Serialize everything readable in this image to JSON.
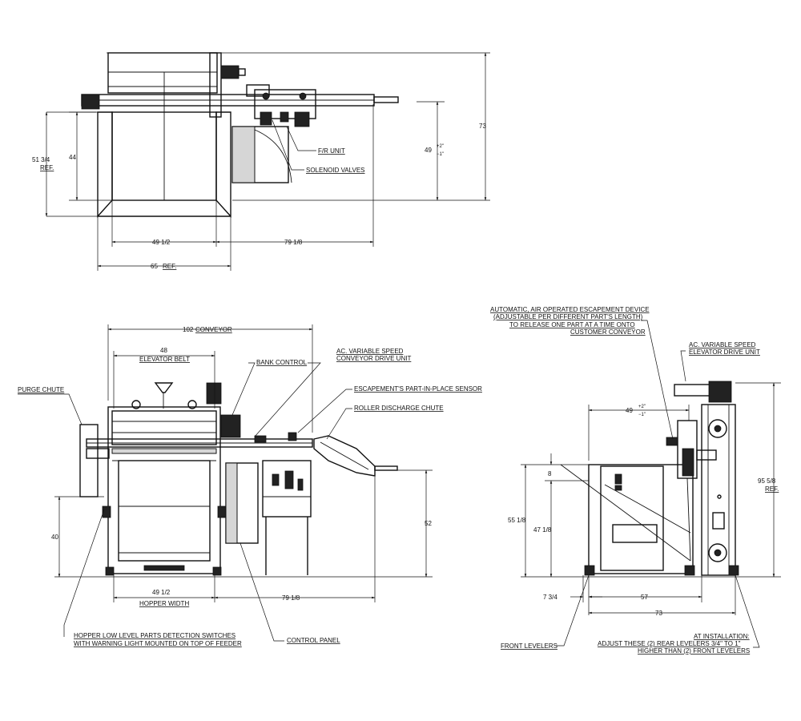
{
  "top_view": {
    "dim_51_3_4": "51 3/4",
    "dim_51_3_4_ref": "REF.",
    "dim_44": "44",
    "dim_73": "73",
    "dim_49": "49",
    "tol_plus": "+2\"",
    "tol_minus": "−1\"",
    "dim_49_1_2": "49 1/2",
    "dim_79_1_8": "79 1/8",
    "dim_65": "65",
    "dim_65_ref": "REF.",
    "label_fr_unit": "F/R UNIT",
    "label_solenoid": "SOLENOID VALVES"
  },
  "front_view": {
    "dim_102": "102",
    "dim_102_label": "CONVEYOR",
    "dim_48": "48",
    "dim_48_label": "ELEVATOR BELT",
    "label_bank_control": "BANK CONTROL",
    "label_ac_conveyor_1": "AC. VARIABLE SPEED",
    "label_ac_conveyor_2": "CONVEYOR DRIVE UNIT",
    "label_escapement_sensor": "ESCAPEMENT'S PART-IN-PLACE SENSOR",
    "label_roller_chute": "ROLLER DISCHARGE CHUTE",
    "label_purge_chute": "PURGE CHUTE",
    "dim_40": "40",
    "dim_52": "52",
    "dim_49_1_2": "49 1/2",
    "dim_hopper_width": "HOPPER WIDTH",
    "dim_79_1_8": "79 1/8",
    "label_hopper_1": "HOPPER LOW LEVEL PARTS DETECTION SWITCHES",
    "label_hopper_2": "WITH WARNING LIGHT MOUNTED ON TOP OF FEEDER",
    "label_control_panel": "CONTROL PANEL"
  },
  "side_view": {
    "label_escapement_1": "AUTOMATIC, AIR OPERATED ESCAPEMENT DEVICE",
    "label_escapement_2": "(ADJUSTABLE PER DIFFERENT PART'S LENGTH)",
    "label_escapement_3": "TO RELEASE ONE PART AT A TIME ONTO",
    "label_escapement_4": "CUSTOMER CONVEYOR",
    "label_ac_elevator_1": "AC. VARIABLE SPEED",
    "label_ac_elevator_2": "ELEVATOR DRIVE UNIT",
    "dim_49": "49",
    "tol_plus": "+2\"",
    "tol_minus": "−1\"",
    "dim_8": "8",
    "dim_55_1_8": "55 1/8",
    "dim_47_1_8": "47 1/8",
    "dim_95_5_8": "95 5/8",
    "dim_95_ref": "REF.",
    "dim_7_3_4": "7 3/4",
    "dim_57": "57",
    "dim_73": "73",
    "label_front_levelers": "FRONT LEVELERS",
    "label_install_1": "AT INSTALLATION:",
    "label_install_2": "ADJUST THESE (2) REAR LEVELERS 3/4\" TO 1\"",
    "label_install_3": "HIGHER THAN (2) FRONT LEVELERS"
  }
}
